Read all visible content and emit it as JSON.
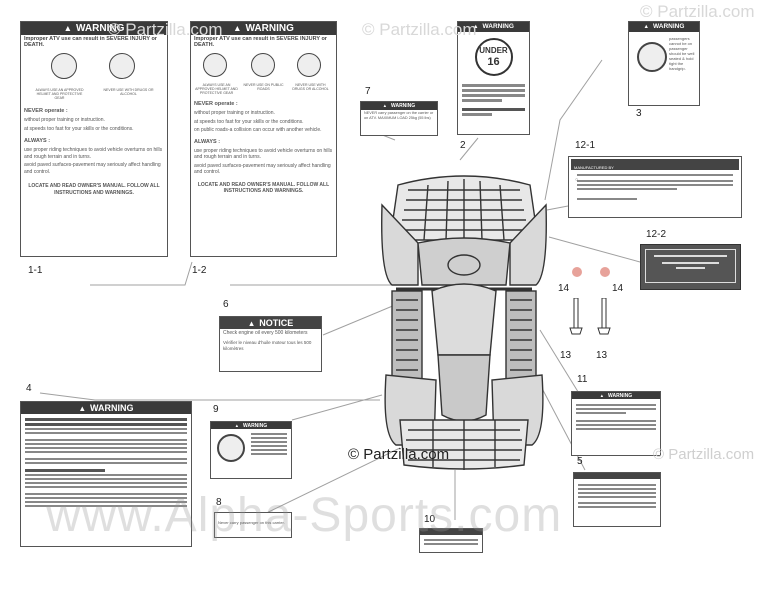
{
  "labels": {
    "l1_1": {
      "header": "WARNING",
      "lead": "Improper ATV use can result in SEVERE INJURY or DEATH.",
      "icon_caption_1": "ALWAYS USE AN APPROVED HELMET AND PROTECTIVE GEAR",
      "icon_caption_2": "NEVER USE WITH DRUGS OR ALCOHOL",
      "never": "NEVER operate :",
      "never_items": [
        "without proper training or instruction.",
        "at speeds too fast for your skills or the conditions."
      ],
      "always": "ALWAYS :",
      "always_items": [
        "use proper riding techniques to avoid vehicle overturns on hills and rough terrain and in turns.",
        "avoid paved surfaces-pavement may seriously affect handling and control."
      ],
      "footer": "LOCATE AND READ OWNER'S MANUAL. FOLLOW ALL INSTRUCTIONS AND WARNINGS."
    },
    "l1_2": {
      "header": "WARNING",
      "lead": "Improper ATV use can result in SEVERE INJURY or DEATH.",
      "icon_caption_1": "ALWAYS USE AN APPROVED HELMET AND PROTECTIVE GEAR",
      "icon_caption_2": "NEVER USE ON PUBLIC ROADS",
      "icon_caption_3": "NEVER USE WITH DRUGS OR ALCOHOL",
      "never": "NEVER operate :",
      "never_items": [
        "without proper training or instruction.",
        "at speeds too fast for your skills or the conditions.",
        "on public roads-a collision can occur with another vehicle."
      ],
      "always": "ALWAYS :",
      "always_items": [
        "use proper riding techniques to avoid vehicle overturns on hills and rough terrain and in turns.",
        "avoid paved surfaces-pavement may seriously affect handling and control."
      ],
      "footer": "LOCATE AND READ OWNER'S MANUAL. FOLLOW ALL INSTRUCTIONS AND WARNINGS."
    },
    "l2": {
      "header": "WARNING",
      "badge_top": "UNDER",
      "badge_num": "16"
    },
    "l3": {
      "header": "WARNING",
      "text": "passengers cannot be on passenger should be well seated & hold tight the handgrip."
    },
    "l4": {
      "header": "WARNING"
    },
    "l6": {
      "header": "NOTICE",
      "line1": "Check engine oil every 500 kilometers",
      "line2": "Vérifier le niveau d'huile moteur tous les 500 kilomètres"
    },
    "l7": {
      "header": "WARNING",
      "text": "NEVER carry passenger on the carrier or on ATV. MAXIMUM LOAD 25kg (55 lbs)"
    },
    "l8": {
      "header": "",
      "text": "Never carry passenger on this carrier."
    },
    "l9": {
      "header": "WARNING"
    },
    "l10": {
      "header": ""
    },
    "l11": {
      "header": "WARNING"
    },
    "l12_1": {
      "header": "MANUFACTURED BY"
    },
    "l12_2": {
      "header": ""
    }
  },
  "callouts": {
    "c1_1": "1-1",
    "c1_2": "1-2",
    "c2": "2",
    "c3": "3",
    "c4": "4",
    "c5": "5",
    "c6": "6",
    "c7": "7",
    "c8": "8",
    "c9": "9",
    "c10": "10",
    "c11": "11",
    "c12_1": "12-1",
    "c12_2": "12-2",
    "c13a": "13",
    "c13b": "13",
    "c14a": "14",
    "c14b": "14"
  },
  "watermarks": {
    "partzilla_top_1": "© Partzilla.com",
    "partzilla_top_2": "© Partzilla.com",
    "partzilla_top_3": "© Partzilla.com",
    "partzilla_center": "© Partzilla.com",
    "partzilla_right": "© Partzilla.com",
    "alpha": "www.Alpha-Sports.com"
  },
  "colors": {
    "header_dark": "#3a3a3a",
    "line": "#999999",
    "watermark": "#c8c8c8",
    "pink": "#e7a29a"
  }
}
